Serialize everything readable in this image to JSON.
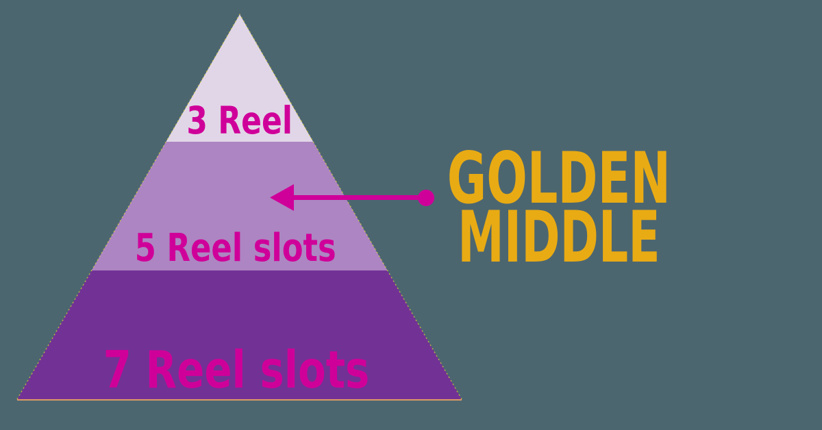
{
  "title": "Slots pyramid — golden middle diagram",
  "colors": {
    "background": "#4c6670",
    "magenta": "#cf0099",
    "gold": "#e9ab13",
    "tier_top": "#e1d6e7",
    "tier_middle": "#ad85c2",
    "tier_bottom": "#723295",
    "base_line": "#de9a66",
    "edge_dash": "#e3d52f"
  },
  "pyramid": {
    "tiers": [
      {
        "position": "top",
        "label": "3 Reel",
        "color": "#e1d6e7"
      },
      {
        "position": "middle",
        "label": "5 Reel slots",
        "color": "#ad85c2"
      },
      {
        "position": "bottom",
        "label": "7 Reel slots",
        "color": "#723295"
      }
    ]
  },
  "annotation": {
    "line1": "GOLDEN",
    "line2": "MIDDLE",
    "color": "#e9ab13",
    "points_to": "5 Reel slots",
    "arrow_color": "#cf0099"
  }
}
